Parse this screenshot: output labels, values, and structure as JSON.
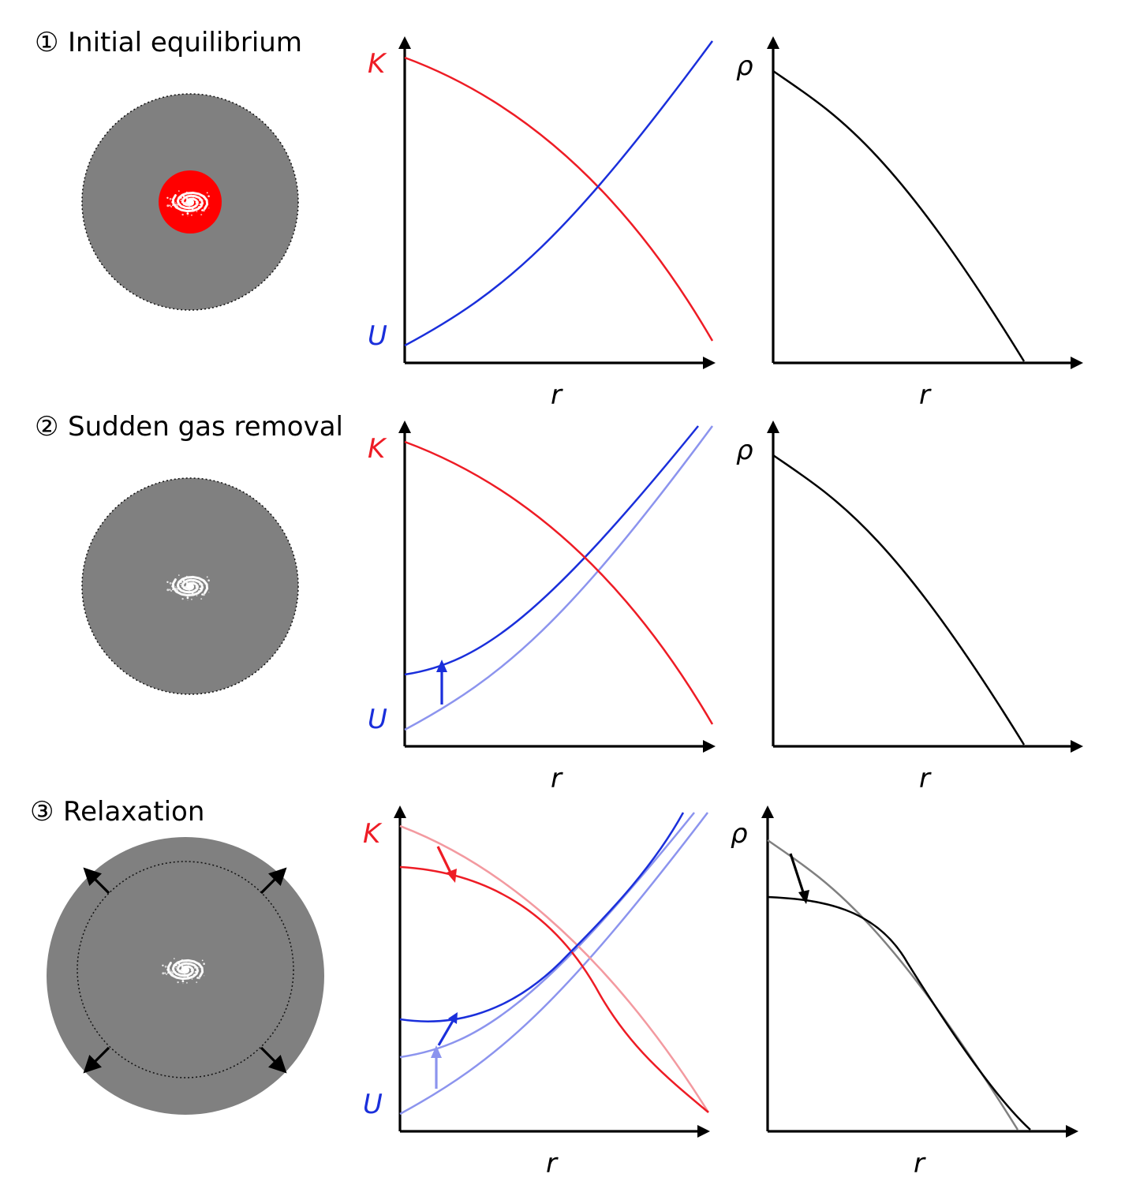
{
  "panels": [
    {
      "number": "①",
      "title": "Initial equilibrium",
      "potential_label": "K",
      "kinetic_label": "U",
      "density_label": "ρ",
      "x_label": "r",
      "x_label2": "r"
    },
    {
      "number": "②",
      "title": "Sudden gas removal",
      "potential_label": "K",
      "kinetic_label": "U",
      "density_label": "ρ",
      "x_label": "r",
      "x_label2": "r"
    },
    {
      "number": "③",
      "title": "Relaxation",
      "potential_label": "K",
      "kinetic_label": "U",
      "density_label": "ρ",
      "x_label": "r",
      "x_label2": "r"
    }
  ],
  "colors": {
    "stars": "#808080",
    "gas": "#ff0000",
    "galaxy": "#ffffff",
    "K_curve": "#ee1c25",
    "U_curve": "#1a2fdb",
    "K_faded": "#f39aa0",
    "U_faded": "#8c94ee",
    "density": "#000000",
    "density_faded": "#808080",
    "arrows": "#000000"
  },
  "icons": {
    "galaxy": "spiral-galaxy-icon",
    "expansion": "outward-arrow-icon"
  }
}
